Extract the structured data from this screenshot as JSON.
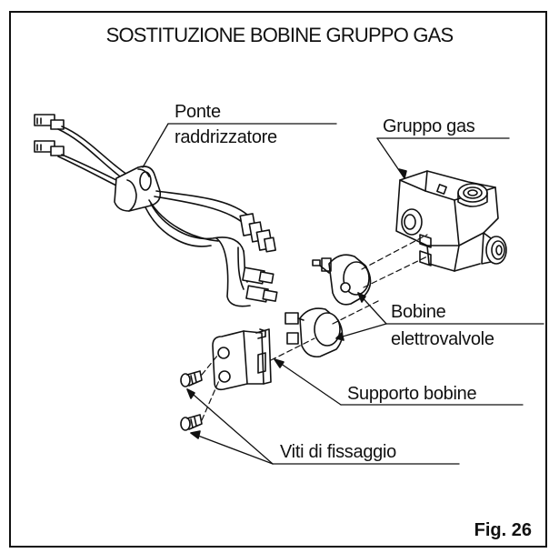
{
  "title": "SOSTITUZIONE BOBINE GRUPPO GAS",
  "labels": {
    "ponte_line1": "Ponte",
    "ponte_line2": "raddrizzatore",
    "gruppo_gas": "Gruppo gas",
    "bobine_line1": "Bobine",
    "bobine_line2": "elettrovalvole",
    "supporto": "Supporto bobine",
    "viti": "Viti di fissaggio"
  },
  "figure_number": "Fig. 26"
}
